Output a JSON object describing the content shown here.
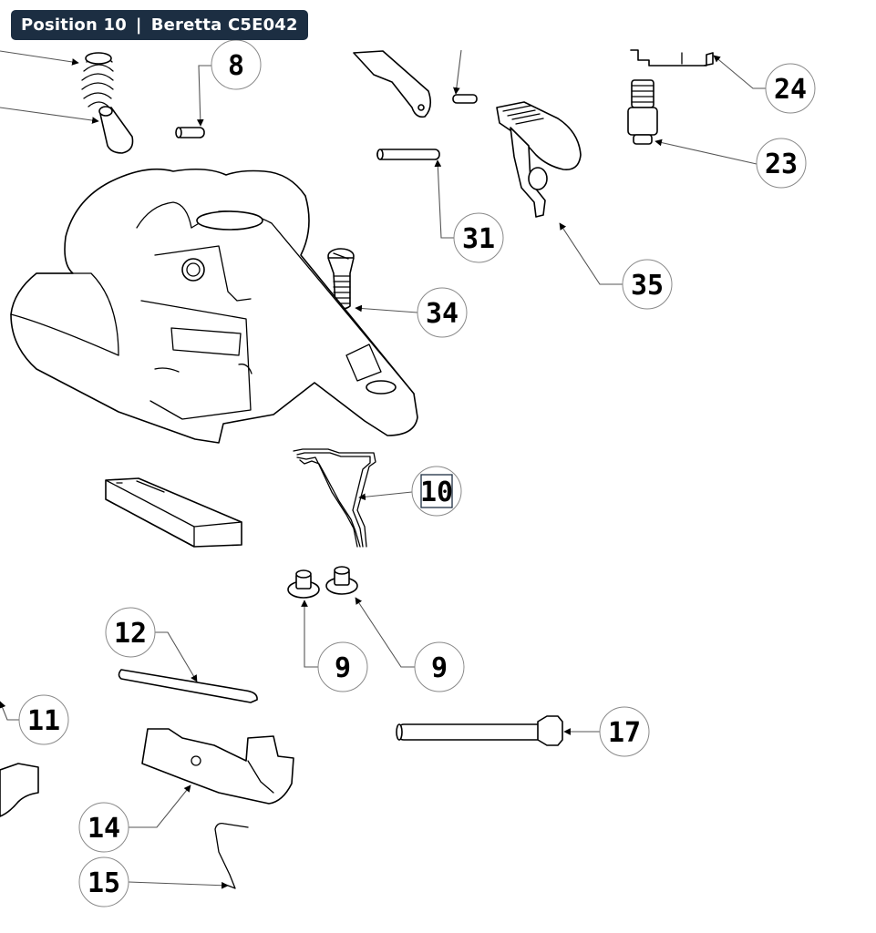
{
  "header": {
    "position_label": "Position 10",
    "separator": "|",
    "model": "Beretta C5E042"
  },
  "callouts": [
    {
      "id": "8",
      "label": "8"
    },
    {
      "id": "24",
      "label": "24"
    },
    {
      "id": "23",
      "label": "23"
    },
    {
      "id": "31",
      "label": "31"
    },
    {
      "id": "35",
      "label": "35"
    },
    {
      "id": "34",
      "label": "34"
    },
    {
      "id": "10",
      "label": "10",
      "highlighted": true
    },
    {
      "id": "12",
      "label": "12"
    },
    {
      "id": "9a",
      "label": "9"
    },
    {
      "id": "9b",
      "label": "9"
    },
    {
      "id": "11",
      "label": "11"
    },
    {
      "id": "17",
      "label": "17"
    },
    {
      "id": "14",
      "label": "14"
    },
    {
      "id": "15",
      "label": "15"
    }
  ],
  "colors": {
    "badge_background": "#1c2e42",
    "badge_text": "#ffffff",
    "highlight": "#1c2e42"
  }
}
